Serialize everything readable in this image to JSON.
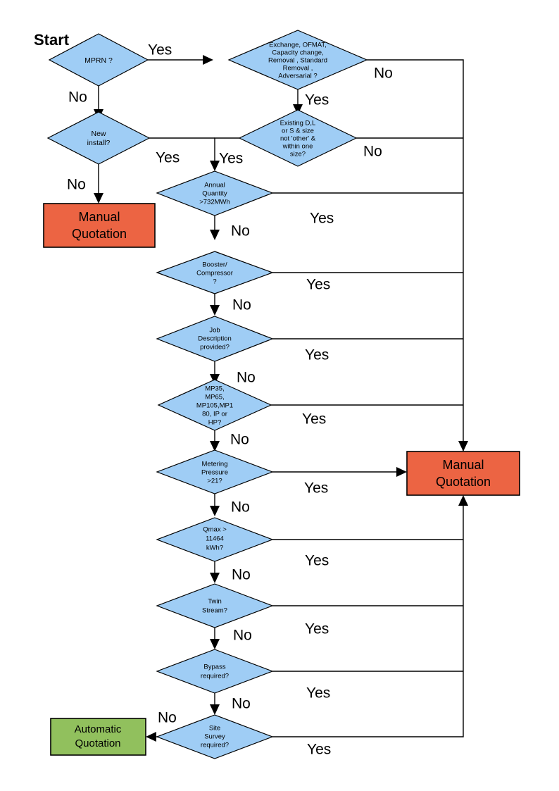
{
  "diagram": {
    "title_label": "Start",
    "colors": {
      "decision_fill": "#9fcdf5",
      "manual_fill": "#ec6443",
      "automatic_fill": "#91c05d",
      "line": "#000000",
      "background": "#ffffff"
    },
    "decisions": [
      {
        "id": "mprn",
        "lines": [
          "MPRN ?"
        ],
        "yes_label": "Yes",
        "no_label": "No"
      },
      {
        "id": "exchange",
        "lines": [
          "Exchange, OFMAT,",
          "Capacity change,",
          "Removal , Standard",
          "Removal ,",
          "Adversarial ?"
        ],
        "yes_label": "Yes",
        "no_label": "No"
      },
      {
        "id": "new-install",
        "lines": [
          "New",
          "install?"
        ],
        "yes_label": "Yes",
        "no_label": "No"
      },
      {
        "id": "existing-dls",
        "lines": [
          "Existing D,L",
          "or S & size",
          "not 'other' &",
          "within one",
          "size?"
        ],
        "yes_label": "Yes",
        "no_label": "No"
      },
      {
        "id": "annual-quantity",
        "lines": [
          "Annual",
          "Quantity",
          ">732MWh"
        ],
        "yes_label": "Yes",
        "no_label": "No"
      },
      {
        "id": "booster-compressor",
        "lines": [
          "Booster/",
          "Compressor",
          "?"
        ],
        "yes_label": "Yes",
        "no_label": "No"
      },
      {
        "id": "job-description",
        "lines": [
          "Job",
          "Description",
          "provided?"
        ],
        "yes_label": "Yes",
        "no_label": "No"
      },
      {
        "id": "meter-type",
        "lines": [
          "MP35,",
          "MP65,",
          "MP105,MP1",
          "80, IP or",
          "HP?"
        ],
        "yes_label": "Yes",
        "no_label": "No"
      },
      {
        "id": "metering-pressure",
        "lines": [
          "Metering",
          "Pressure",
          ">21?"
        ],
        "yes_label": "Yes",
        "no_label": "No"
      },
      {
        "id": "qmax",
        "lines": [
          "Qmax >",
          "11464",
          "kWh?"
        ],
        "yes_label": "Yes",
        "no_label": "No"
      },
      {
        "id": "twin-stream",
        "lines": [
          "Twin",
          "Stream?"
        ],
        "yes_label": "Yes",
        "no_label": "No"
      },
      {
        "id": "bypass",
        "lines": [
          "Bypass",
          "required?"
        ],
        "yes_label": "Yes",
        "no_label": "No"
      },
      {
        "id": "site-survey",
        "lines": [
          "Site",
          "Survey",
          "required?"
        ],
        "yes_label": "Yes",
        "no_label": "No"
      }
    ],
    "terminals": [
      {
        "id": "manual-left",
        "lines": [
          "Manual",
          "Quotation"
        ]
      },
      {
        "id": "manual-right",
        "lines": [
          "Manual",
          "Quotation"
        ]
      },
      {
        "id": "automatic",
        "lines": [
          "Automatic",
          "Quotation"
        ]
      }
    ],
    "edge_labels": {
      "mprn_yes": "Yes",
      "mprn_no": "No",
      "exchange_no": "No",
      "exchange_yes": "Yes",
      "new_install_yes": "Yes",
      "new_install_no": "No",
      "existing_yes": "Yes",
      "existing_no": "No",
      "annual_yes": "Yes",
      "annual_no": "No",
      "booster_yes": "Yes",
      "booster_no": "No",
      "job_yes": "Yes",
      "job_no": "No",
      "meter_yes": "Yes",
      "meter_no": "No",
      "pressure_yes": "Yes",
      "pressure_no": "No",
      "qmax_yes": "Yes",
      "qmax_no": "No",
      "twin_yes": "Yes",
      "twin_no": "No",
      "bypass_yes": "Yes",
      "bypass_no": "No",
      "site_yes": "Yes",
      "site_no": "No"
    }
  }
}
